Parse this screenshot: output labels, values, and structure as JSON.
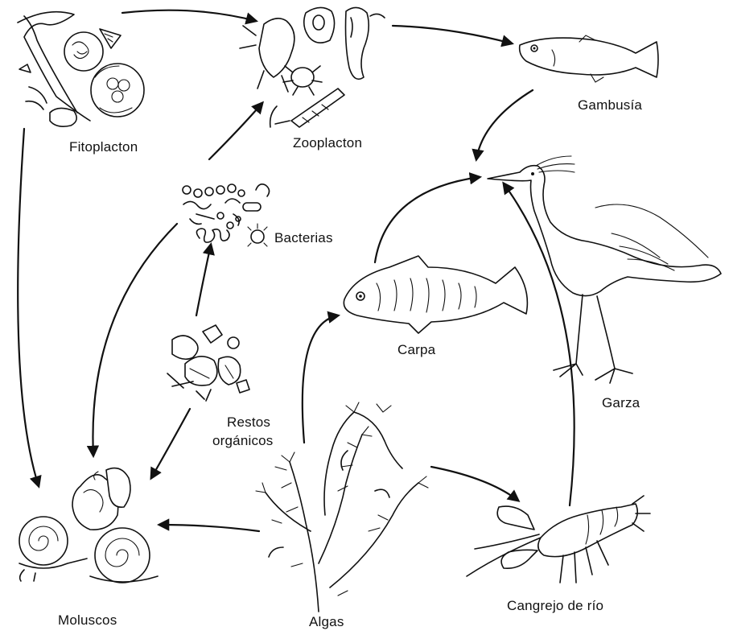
{
  "nodes": {
    "fitoplacton": "Fitoplacton",
    "zooplacton": "Zooplacton",
    "gambusia": "Gambusía",
    "bacterias": "Bacterias",
    "garza": "Garza",
    "carpa": "Carpa",
    "restos_line1": "Restos",
    "restos_line2": "orgánicos",
    "moluscos": "Moluscos",
    "algas": "Algas",
    "cangrejo": "Cangrejo de río"
  },
  "icons": [
    "phytoplankton-icon",
    "zooplankton-icon",
    "gambusia-fish-icon",
    "bacteria-icon",
    "heron-icon",
    "carp-fish-icon",
    "organic-debris-icon",
    "snails-icon",
    "algae-icon",
    "crayfish-icon"
  ]
}
